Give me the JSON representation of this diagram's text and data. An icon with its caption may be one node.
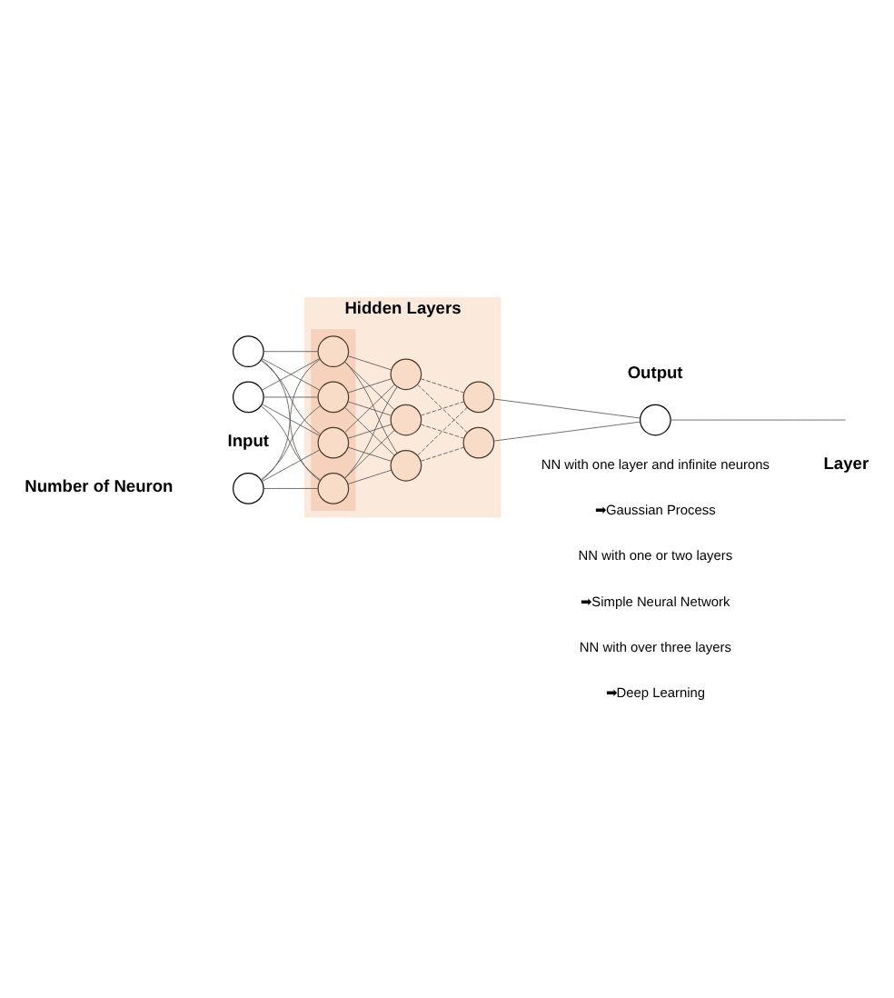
{
  "diagram": {
    "nodes": [
      {
        "text": [],
        "shape": "circle"
      },
      {
        "text": [],
        "shape": "circle"
      },
      {
        "text": [],
        "shape": "circle"
      },
      {
        "text": [
          "Hidden Layers"
        ]
      },
      {
        "text": [],
        "shape": "box",
        "in": 3
      },
      {
        "text": [],
        "shape": "circle",
        "in": 4
      },
      {
        "text": [],
        "shape": "circle",
        "in": 4
      },
      {
        "text": [],
        "shape": "circle",
        "in": 4
      },
      {
        "text": [],
        "shape": "circle",
        "in": 4
      },
      {
        "text": [],
        "shape": "circle",
        "in": 3
      },
      {
        "text": [],
        "shape": "circle",
        "in": 3
      },
      {
        "text": [],
        "shape": "circle",
        "in": 3
      },
      {
        "text": [],
        "shape": "circle",
        "in": 3
      },
      {
        "text": [],
        "shape": "circle",
        "in": 3
      },
      {
        "text": [],
        "shape": "circle"
      }
    ],
    "edges": [
      {
        "from": 0,
        "to": 5,
        "arrow": "none"
      },
      {
        "from": 0,
        "to": 6,
        "arrow": "none"
      },
      {
        "from": 0,
        "to": 7,
        "arrow": "none"
      },
      {
        "from": 0,
        "to": 8,
        "arrow": "none"
      },
      {
        "from": 1,
        "to": 5,
        "arrow": "none"
      },
      {
        "from": 1,
        "to": 6,
        "arrow": "none"
      },
      {
        "from": 1,
        "to": 7,
        "arrow": "none"
      },
      {
        "from": 1,
        "to": 8,
        "arrow": "none"
      },
      {
        "from": 2,
        "to": 5,
        "arrow": "none"
      },
      {
        "from": 2,
        "to": 6,
        "arrow": "none"
      },
      {
        "from": 2,
        "to": 7,
        "arrow": "none"
      },
      {
        "from": 2,
        "to": 8,
        "arrow": "none"
      },
      {
        "from": 5,
        "to": 9,
        "arrow": "none"
      },
      {
        "from": 5,
        "to": 10,
        "arrow": "none"
      },
      {
        "from": 5,
        "to": 11,
        "arrow": "none"
      },
      {
        "from": 6,
        "to": 9,
        "arrow": "none"
      },
      {
        "from": 6,
        "to": 10,
        "arrow": "none"
      },
      {
        "from": 6,
        "to": 11,
        "arrow": "none"
      },
      {
        "from": 7,
        "to": 9,
        "arrow": "none"
      },
      {
        "from": 7,
        "to": 10,
        "arrow": "none"
      },
      {
        "from": 7,
        "to": 11,
        "arrow": "none"
      },
      {
        "from": 8,
        "to": 9,
        "arrow": "none"
      },
      {
        "from": 8,
        "to": 10,
        "arrow": "none"
      },
      {
        "from": 8,
        "to": 11,
        "arrow": "none"
      },
      {
        "from": 9,
        "to": 12,
        "arrow": "none",
        "style": "dashed"
      },
      {
        "from": 9,
        "to": 13,
        "arrow": "none",
        "style": "dashed"
      },
      {
        "from": 10,
        "to": 12,
        "arrow": "none",
        "style": "dashed"
      },
      {
        "from": 10,
        "to": 13,
        "arrow": "none",
        "style": "dashed"
      },
      {
        "from": 11,
        "to": 12,
        "arrow": "none",
        "style": "dashed"
      },
      {
        "from": 11,
        "to": 13,
        "arrow": "none",
        "style": "dashed"
      },
      {
        "from": 12,
        "to": 14,
        "arrow": "none"
      },
      {
        "from": 13,
        "to": 14,
        "arrow": "none"
      },
      {
        "from": 14,
        "to": null,
        "arrow": "none"
      }
    ],
    "labels": [
      "Input",
      "Output",
      "Number of Neuron",
      "Layer",
      "NN with one layer and infinite neurons",
      "➡Gaussian Process",
      "NN with one or two layers",
      "➡Simple Neural Network",
      "NN with over three layers",
      "➡Deep Learning"
    ]
  }
}
